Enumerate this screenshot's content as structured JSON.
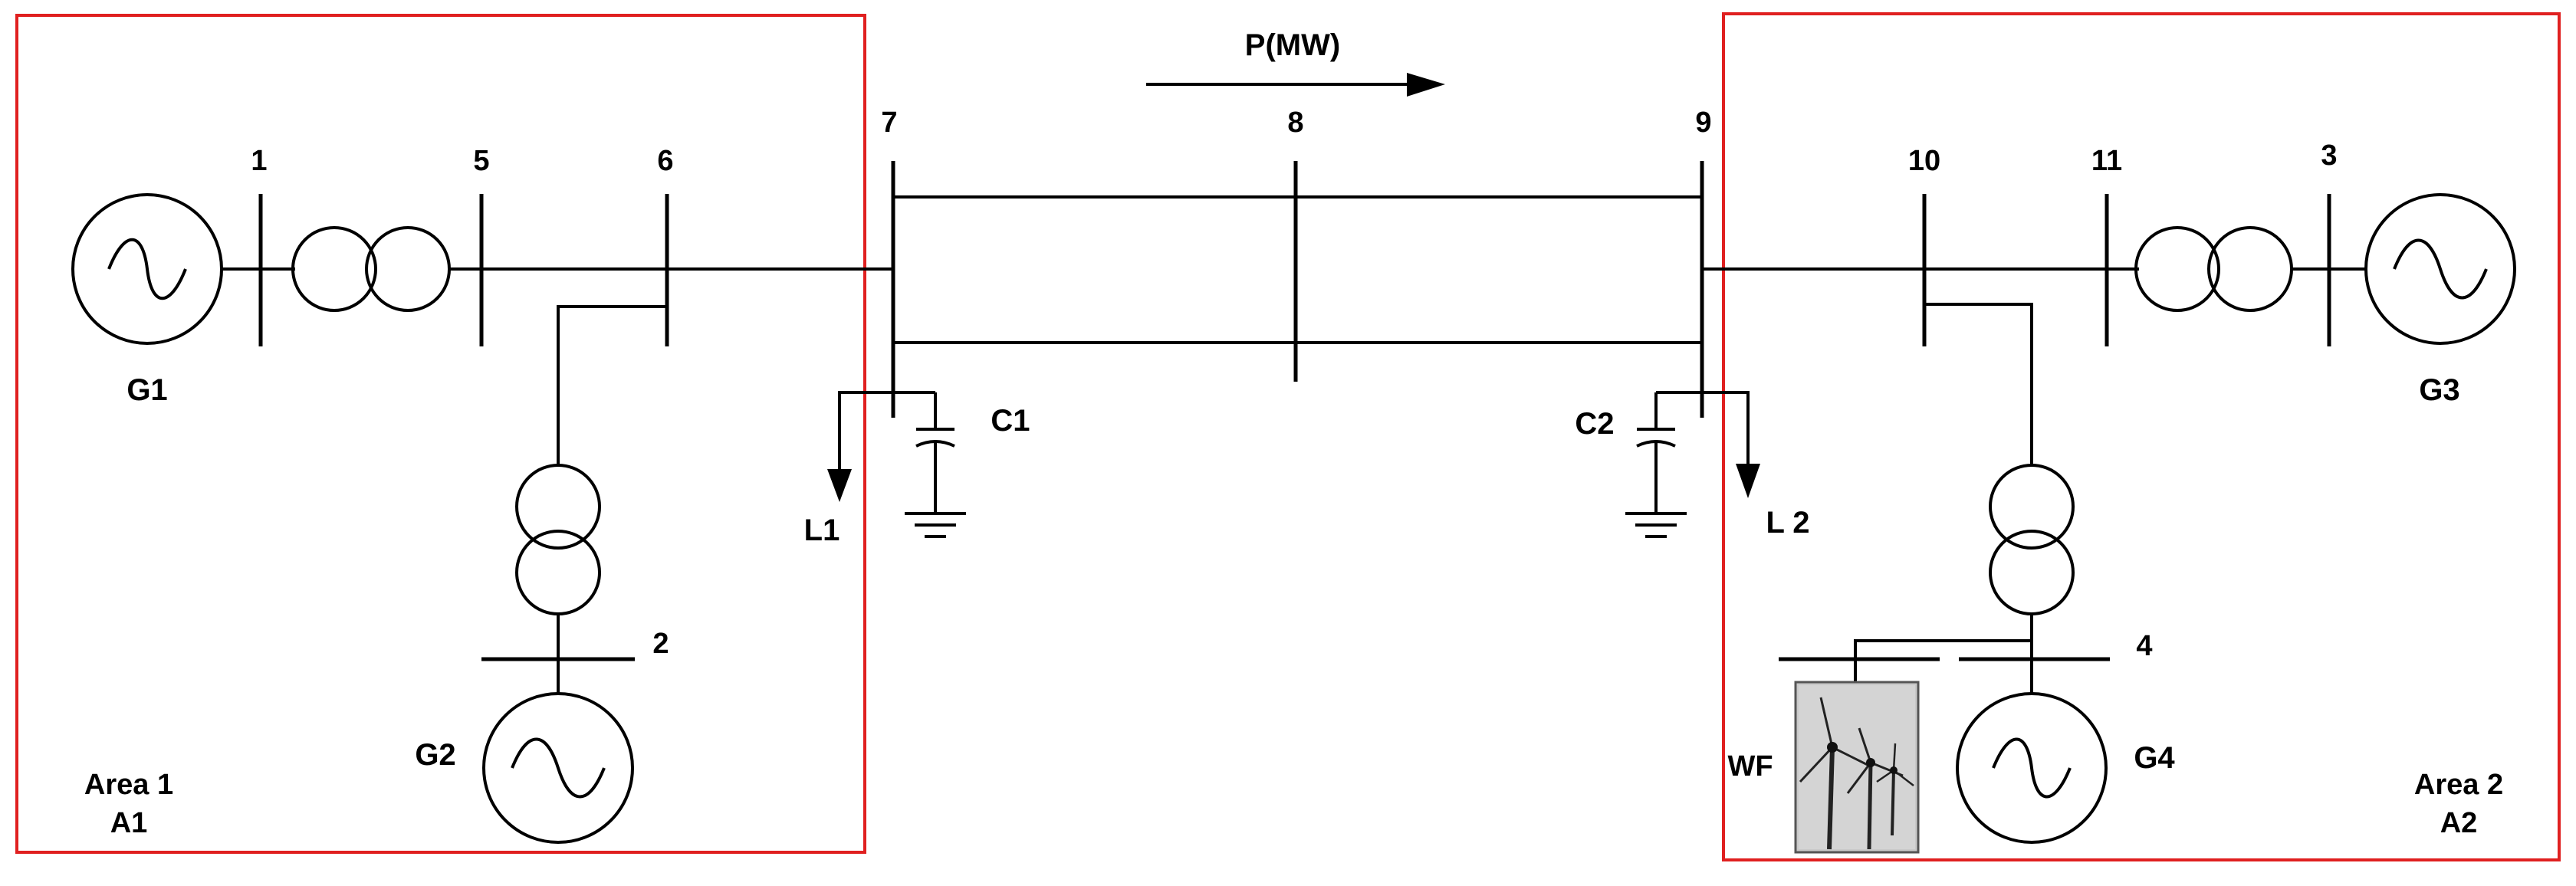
{
  "title": "P(MW)",
  "area1": {
    "line1": "Area 1",
    "line2": "A1",
    "color": "#e02020"
  },
  "area2": {
    "line1": "Area 2",
    "line2": "A2",
    "color": "#e02020"
  },
  "buses": {
    "b1": "1",
    "b2": "2",
    "b3": "3",
    "b4": "4",
    "b5": "5",
    "b6": "6",
    "b7": "7",
    "b8": "8",
    "b9": "9",
    "b10": "10",
    "b11": "11"
  },
  "generators": {
    "g1": "G1",
    "g2": "G2",
    "g3": "G3",
    "g4": "G4"
  },
  "loads": {
    "l1": "L1",
    "l2": "L 2"
  },
  "capacitors": {
    "c1": "C1",
    "c2": "C2"
  },
  "wind_farm": "WF"
}
